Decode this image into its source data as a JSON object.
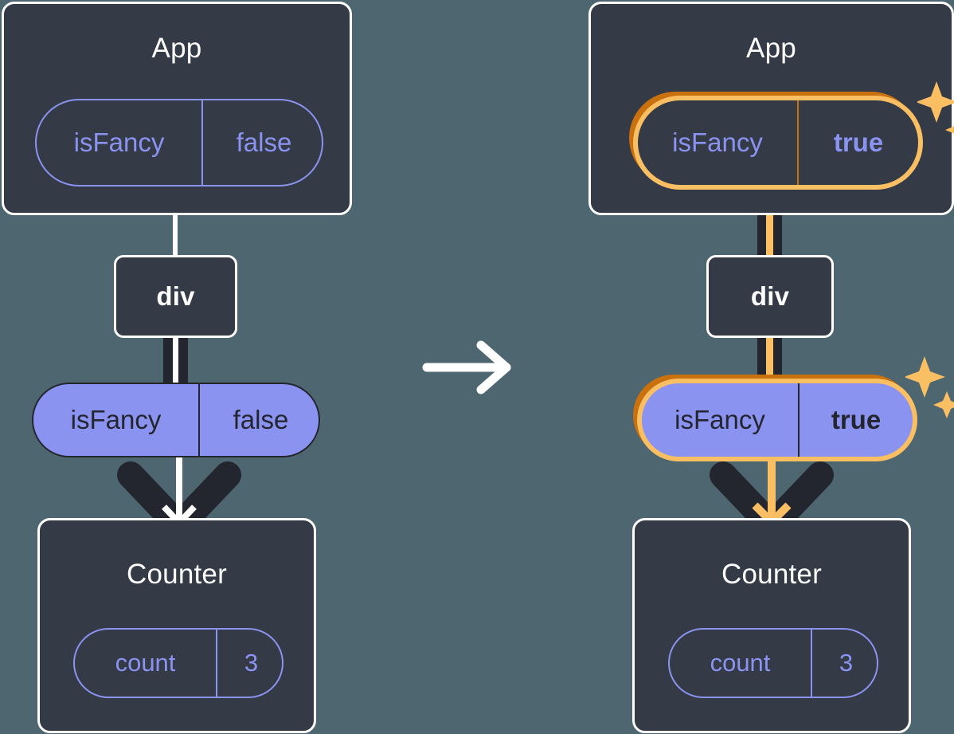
{
  "diagram": {
    "type": "react-state-propagation",
    "transition_arrow": "arrow-right-icon",
    "colors": {
      "background": "#4D6670",
      "box_fill": "#343A46",
      "box_border": "#FFFFFF",
      "accent_purple": "#8B93F0",
      "dark_line": "#23262F",
      "highlight_orange_outer": "#C9700F",
      "highlight_orange_inner": "#FBBF63",
      "sparkle": "#FBBF63"
    },
    "panels": [
      {
        "id": "before",
        "app": {
          "title": "App",
          "state": {
            "key": "isFancy",
            "value": "false",
            "highlighted": false,
            "value_bold": false
          }
        },
        "div": {
          "title": "div"
        },
        "prop": {
          "key": "isFancy",
          "value": "false",
          "highlighted": false,
          "value_bold": false
        },
        "counter": {
          "title": "Counter",
          "state": {
            "key": "count",
            "value": "3",
            "highlighted": false
          }
        }
      },
      {
        "id": "after",
        "app": {
          "title": "App",
          "state": {
            "key": "isFancy",
            "value": "true",
            "highlighted": true,
            "value_bold": true
          }
        },
        "div": {
          "title": "div"
        },
        "prop": {
          "key": "isFancy",
          "value": "true",
          "highlighted": true,
          "value_bold": true
        },
        "counter": {
          "title": "Counter",
          "state": {
            "key": "count",
            "value": "3",
            "highlighted": false
          }
        }
      }
    ]
  }
}
